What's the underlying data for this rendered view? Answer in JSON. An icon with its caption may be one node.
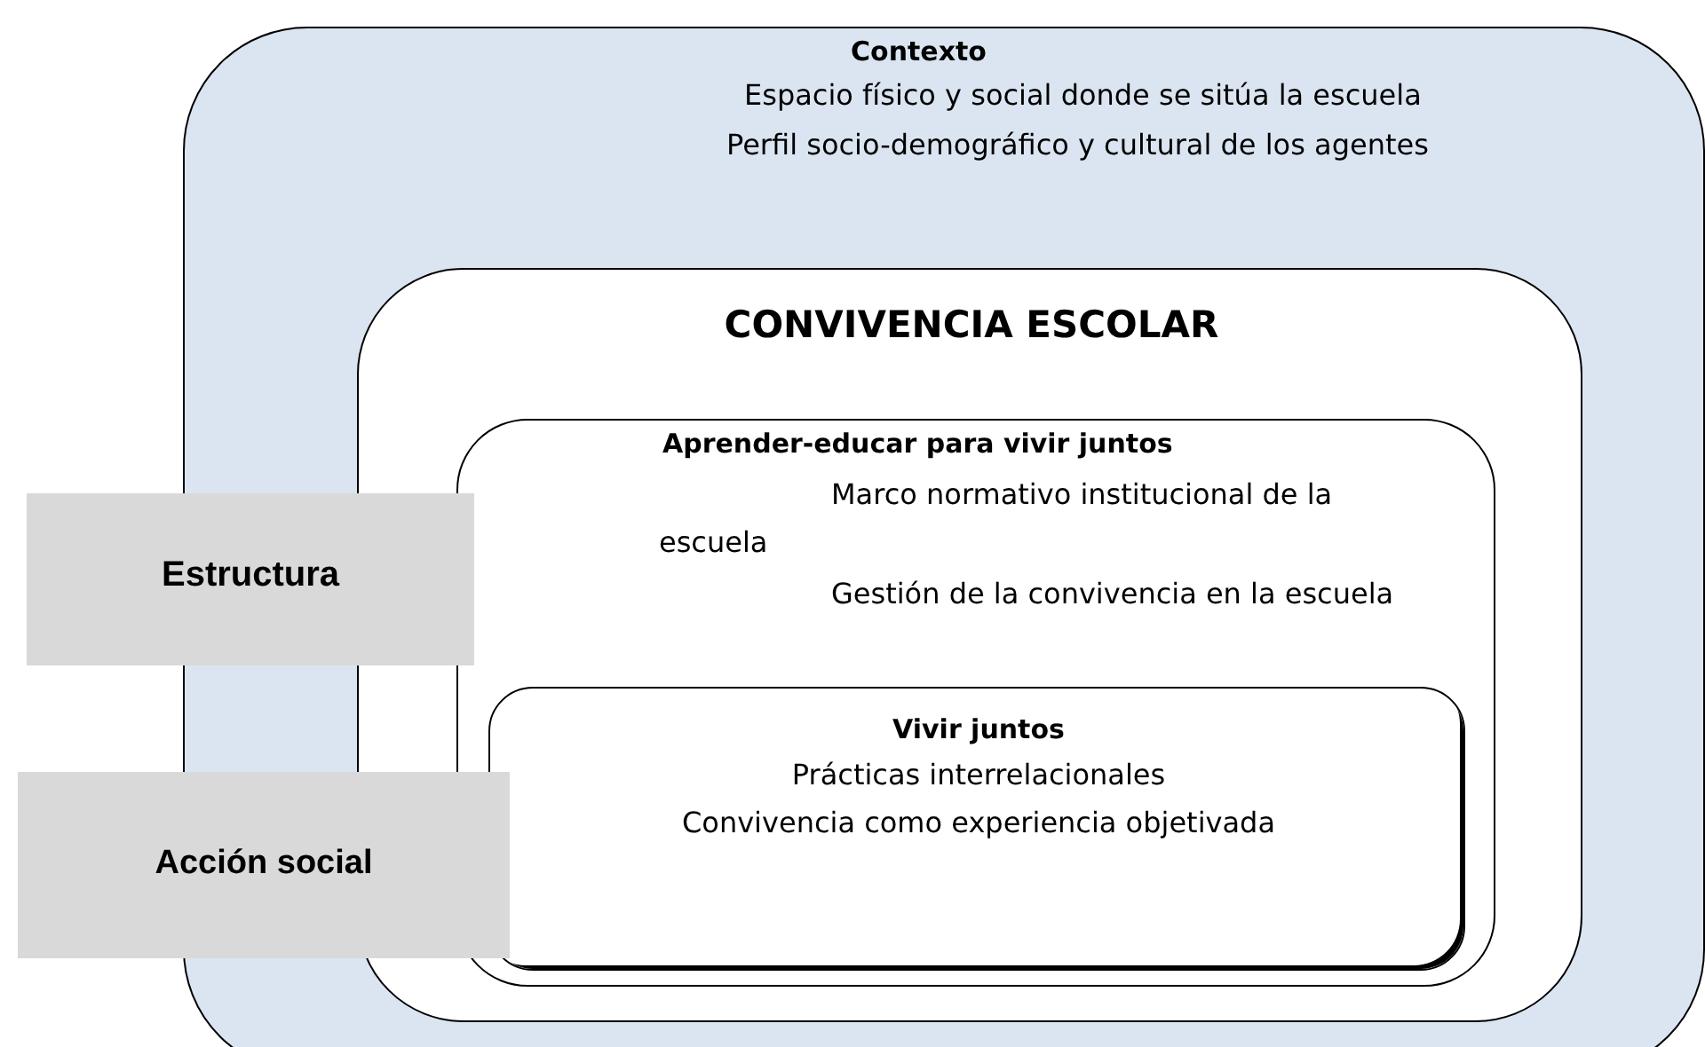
{
  "diagram": {
    "nodes": [
      {
        "text": [
          "Contexto",
          "Espacio físico y social donde se sitúa la escuela",
          "Perfil socio-demográfico y cultural de los agentes"
        ]
      },
      {
        "text": [
          "CONVIVENCIA ESCOLAR"
        ],
        "in": 0
      },
      {
        "text": [
          "Aprender-educar para vivir juntos",
          "Marco normativo institucional de la escuela",
          "Gestión de la convivencia en la escuela"
        ],
        "in": 1
      },
      {
        "text": [
          "Vivir juntos",
          "Prácticas interrelacionales",
          "Convivencia como experiencia objetivada"
        ],
        "in": 2
      },
      {
        "text": [
          "Estructura"
        ]
      },
      {
        "text": [
          "Acción social"
        ]
      }
    ],
    "edges": []
  }
}
